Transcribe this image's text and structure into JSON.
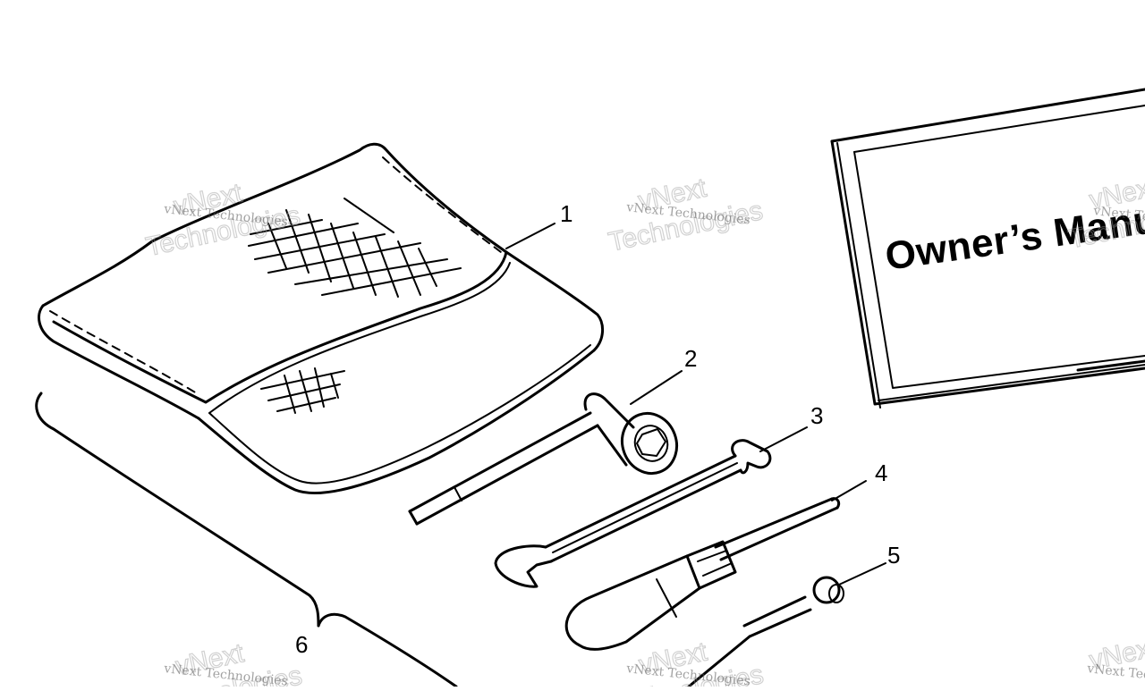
{
  "diagram": {
    "manual_cover_text": "Owner’s Manual",
    "callouts": [
      {
        "id": "1",
        "label": "1"
      },
      {
        "id": "2",
        "label": "2"
      },
      {
        "id": "3",
        "label": "3"
      },
      {
        "id": "4",
        "label": "4"
      },
      {
        "id": "5",
        "label": "5"
      },
      {
        "id": "6",
        "label": "6"
      }
    ],
    "watermark": {
      "small_text": "vNext Technologies",
      "big_line1": "vNext",
      "big_line2": "Technologies"
    }
  }
}
